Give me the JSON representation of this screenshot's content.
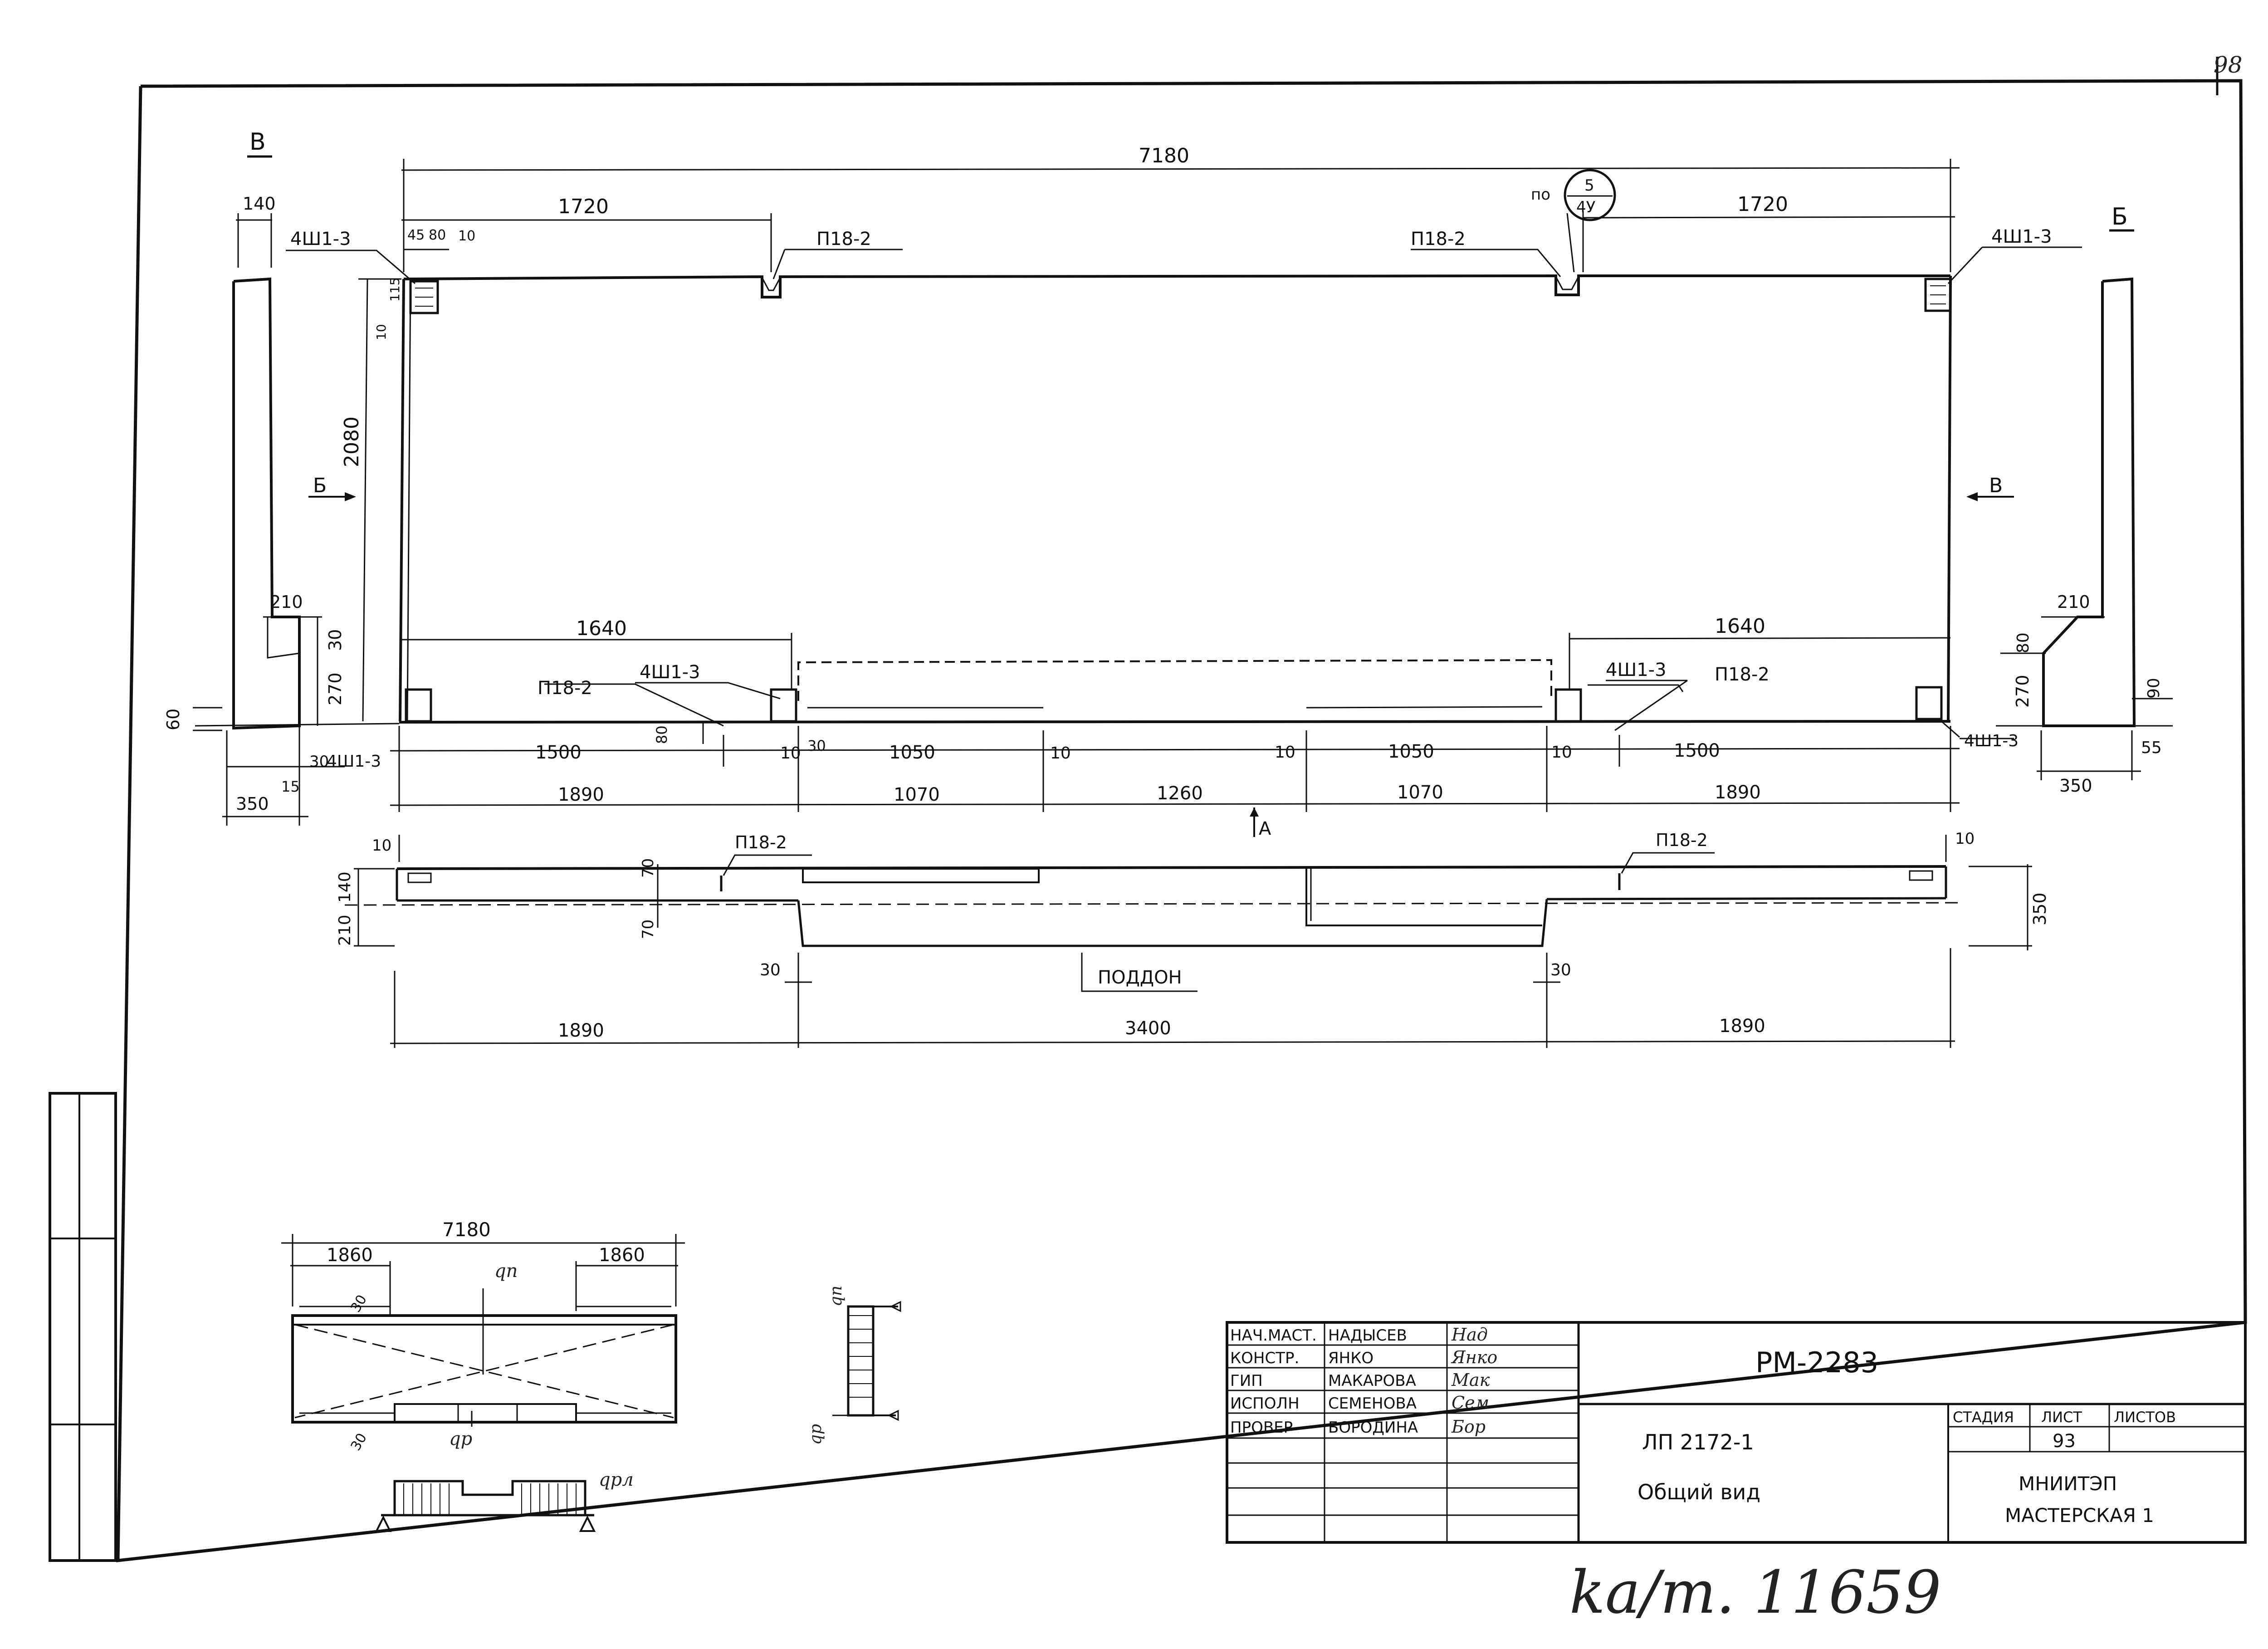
{
  "sheet_number_corner": "98",
  "section_marks": {
    "b_left": "В",
    "b_right": "Б",
    "arrow_b_left": "Б",
    "arrow_b_right": "В",
    "view_a": "А"
  },
  "main_view": {
    "overall_width": "7180",
    "top_left_span": "1720",
    "top_right_span": "1720",
    "left_height": "2080",
    "dims_small": {
      "d45": "45",
      "d80": "80",
      "d10": "10",
      "d115": "115",
      "d10v": "10"
    },
    "callouts": {
      "anchor_top_left": "4Ш1-3",
      "anchor_top_right": "4Ш1-3",
      "loop_top_left": "П18-2",
      "loop_top_right": "П18-2",
      "node_ref_prefix": "по",
      "node_ref_num": "5",
      "node_ref_sheet": "4У",
      "anchor_bottom_left": "4Ш1-3",
      "anchor_bottom_right": "4Ш1-3",
      "anchor_bottom_far_left": "4Ш1-3",
      "anchor_bottom_far_right": "4Ш1-3",
      "loop_bottom_left": "П18-2",
      "loop_bottom_right": "П18-2"
    },
    "bottom_span_left": "1640",
    "bottom_span_right": "1640",
    "row1": [
      "1500",
      "10",
      "1050",
      "10",
      "10",
      "1050",
      "10",
      "1500"
    ],
    "row2": [
      "1890",
      "1070",
      "1260",
      "1070",
      "1890"
    ],
    "small_left": {
      "d30a": "30",
      "d30b": "30",
      "d80": "80",
      "d15": "15"
    },
    "small_right": {
      "d55": "55"
    }
  },
  "left_section": {
    "w140": "140",
    "w210": "210",
    "h30": "30",
    "h270": "270",
    "h60": "60",
    "h30b": "30",
    "h15": "15",
    "w350": "350"
  },
  "right_section": {
    "w210": "210",
    "h80": "80",
    "h270": "270",
    "h90": "90",
    "h55": "55",
    "w350": "350"
  },
  "plan_view": {
    "d10_left": "10",
    "d10_right": "10",
    "d140": "140",
    "d210": "210",
    "d70a": "70",
    "d70b": "70",
    "loop_left": "П18-2",
    "loop_right": "П18-2",
    "d350": "350",
    "tray_label": "ПОДДОН",
    "d30_left": "30",
    "d30_right": "30",
    "spans": [
      "1890",
      "3400",
      "1890"
    ]
  },
  "load_scheme": {
    "overall": "7180",
    "left": "1860",
    "right": "1860",
    "d30_top": "30",
    "d30_bottom": "30",
    "q_p": "qп",
    "q_r": "qр",
    "q_rl": "qрл"
  },
  "column_scheme": {
    "q_p": "qп",
    "q_r": "qр"
  },
  "title_block": {
    "roles": [
      "НАЧ.МАСТ.",
      "КОНСТР.",
      "ГИП",
      "ИСПОЛН",
      "ПРОВЕР"
    ],
    "names": [
      "НАДЫСЕВ",
      "ЯНКО",
      "МАКАРОВА",
      "СЕМЕНОВА",
      "БОРОДИНА"
    ],
    "signatures": [
      "Над",
      "Янко",
      "Мак",
      "Сем",
      "Бор"
    ],
    "designation": "РМ-2283",
    "product": "ЛП 2172-1",
    "sheet_title": "Общий вид",
    "col_stage": "СТАДИЯ",
    "col_sheet": "ЛИСТ",
    "col_sheets": "ЛИСТОВ",
    "sheet_value": "93",
    "org_line1": "МНИИТЭП",
    "org_line2": "МАСТЕРСКАЯ 1"
  },
  "archive_stamp": "ka/m. 11659"
}
